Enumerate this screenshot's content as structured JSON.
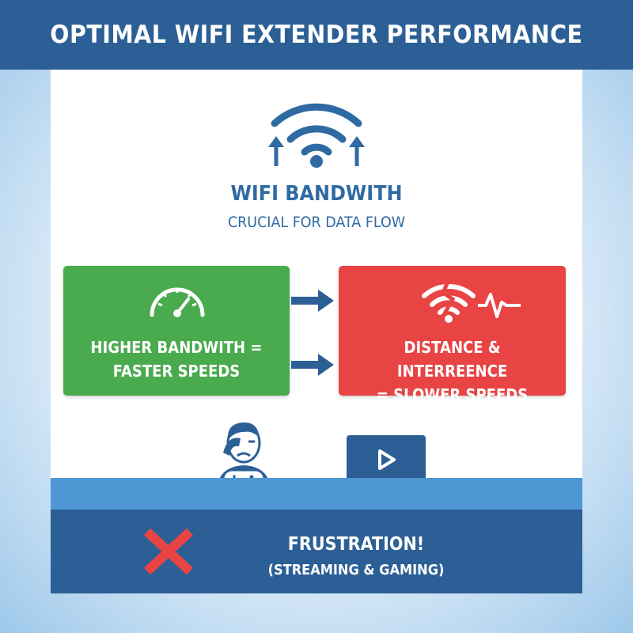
{
  "header": {
    "title": "OPTIMAL WIFI EXTENDER PERFORMANCE"
  },
  "bandwidth": {
    "title": "WIFI BANDWITH",
    "subtitle": "CRUCIAL FOR DATA FLOW"
  },
  "boxes": {
    "green": {
      "line1": "HIGHER BANDWITH =",
      "line2": "FASTER SPEEDS",
      "icon": "speedometer-icon"
    },
    "red": {
      "line1": "DISTANCE & INTERREENCE",
      "line2": "= SLOWER SPEEDS",
      "icon": "broken-wifi-icon"
    }
  },
  "footer": {
    "title": "FRUSTRATION!",
    "subtitle": "(STREAMING & GAMING)"
  },
  "colors": {
    "header": "#2c5f95",
    "accent_blue": "#2f6aa3",
    "green": "#4aaa4e",
    "red": "#e84444",
    "band": "#4f97d4"
  }
}
